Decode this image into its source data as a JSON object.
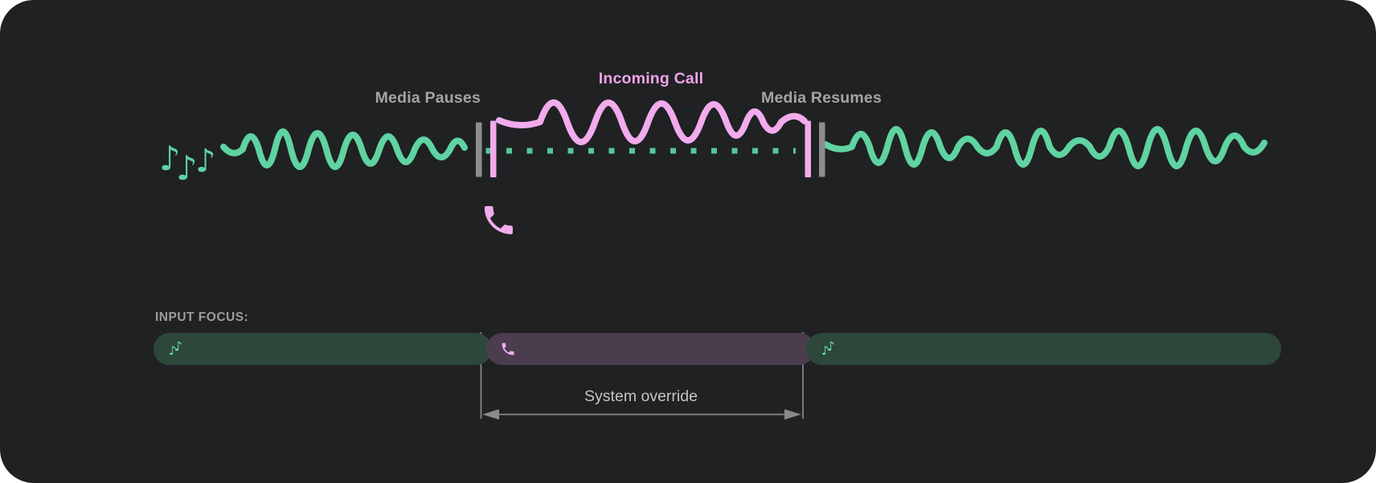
{
  "colors": {
    "page-bg": "#ffffff",
    "panel-bg": "#202123",
    "media-green": "#5fd3a2",
    "dotted-green": "#55c897",
    "call-pink": "#f2abec",
    "incoming-call-text": "#f2a3e9",
    "label-gray": "#a4a4a4",
    "marker-gray": "#8d8d8d",
    "guide-gray": "#8a8a8a",
    "focus-bar-green": "#2d483a",
    "focus-bar-purple": "#4b3c4e",
    "focus-note-mint": "#72e3b6",
    "input-focus-label": "#9e9e9e",
    "annotation-text": "#c4c4c4"
  },
  "diagram": {
    "media_pauses_label": "Media Pauses",
    "incoming_call_label": "Incoming Call",
    "media_resumes_label": "Media Resumes",
    "note_glyph": "♪",
    "icons": {
      "media_source": "music-notes-icon",
      "call_source": "phone-icon"
    }
  },
  "input_focus": {
    "label": "INPUT FOCUS:",
    "override_annotation": "System override",
    "segments": [
      {
        "type": "media",
        "icon": "music-notes-icon"
      },
      {
        "type": "call",
        "icon": "phone-icon"
      },
      {
        "type": "media",
        "icon": "music-notes-icon"
      }
    ]
  }
}
